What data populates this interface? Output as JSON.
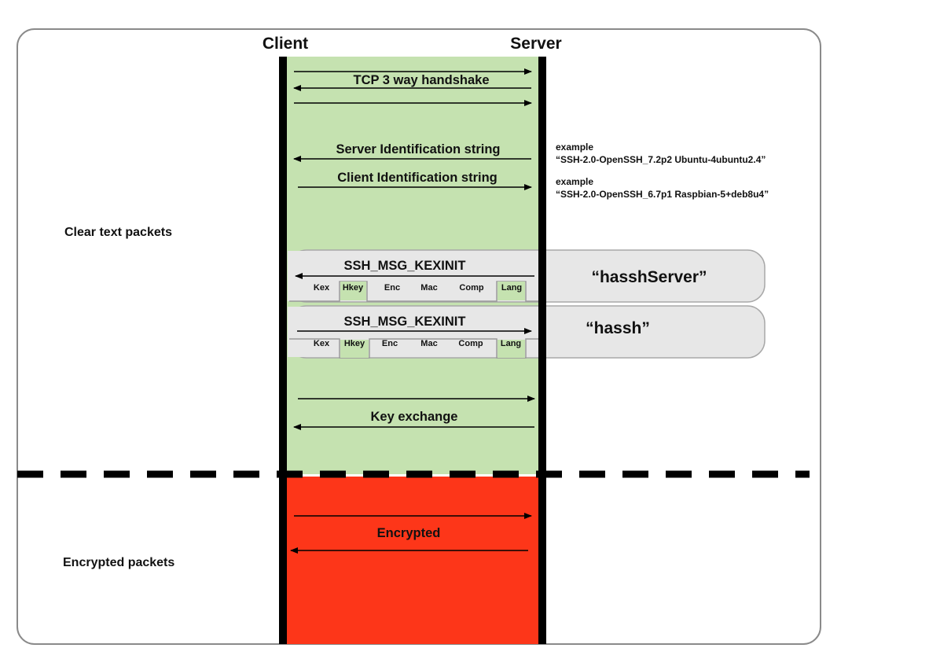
{
  "diagram": {
    "endpoints": {
      "client": "Client",
      "server": "Server"
    },
    "sections": {
      "clear": "Clear text packets",
      "encrypted": "Encrypted packets"
    },
    "messages": {
      "tcp": "TCP 3 way handshake",
      "server_id": "Server Identification string",
      "client_id": "Client Identification string",
      "kexinit_server": "SSH_MSG_KEXINIT",
      "kexinit_client": "SSH_MSG_KEXINIT",
      "key_exchange": "Key exchange",
      "encrypted": "Encrypted"
    },
    "examples": {
      "server_label": "example",
      "server_value": "“SSH-2.0-OpenSSH_7.2p2 Ubuntu-4ubuntu2.4”",
      "client_label": "example",
      "client_value": "“SSH-2.0-OpenSSH_6.7p1 Raspbian-5+deb8u4”"
    },
    "kexinit_fields": [
      "Kex",
      "Hkey",
      "Enc",
      "Mac",
      "Comp",
      "Lang"
    ],
    "highlighted_fields": [
      "Hkey",
      "Lang"
    ],
    "fingerprints": {
      "server": "“hasshServer”",
      "client": "“hassh”"
    },
    "colors": {
      "clear_zone": "#c5e2b0",
      "encrypted_zone": "#fd3619",
      "fingerprint_box": "#e7e7e7",
      "field_highlight": "#c5e2b0",
      "lifeline": "#000000",
      "frame": "#8a8a8a"
    }
  }
}
